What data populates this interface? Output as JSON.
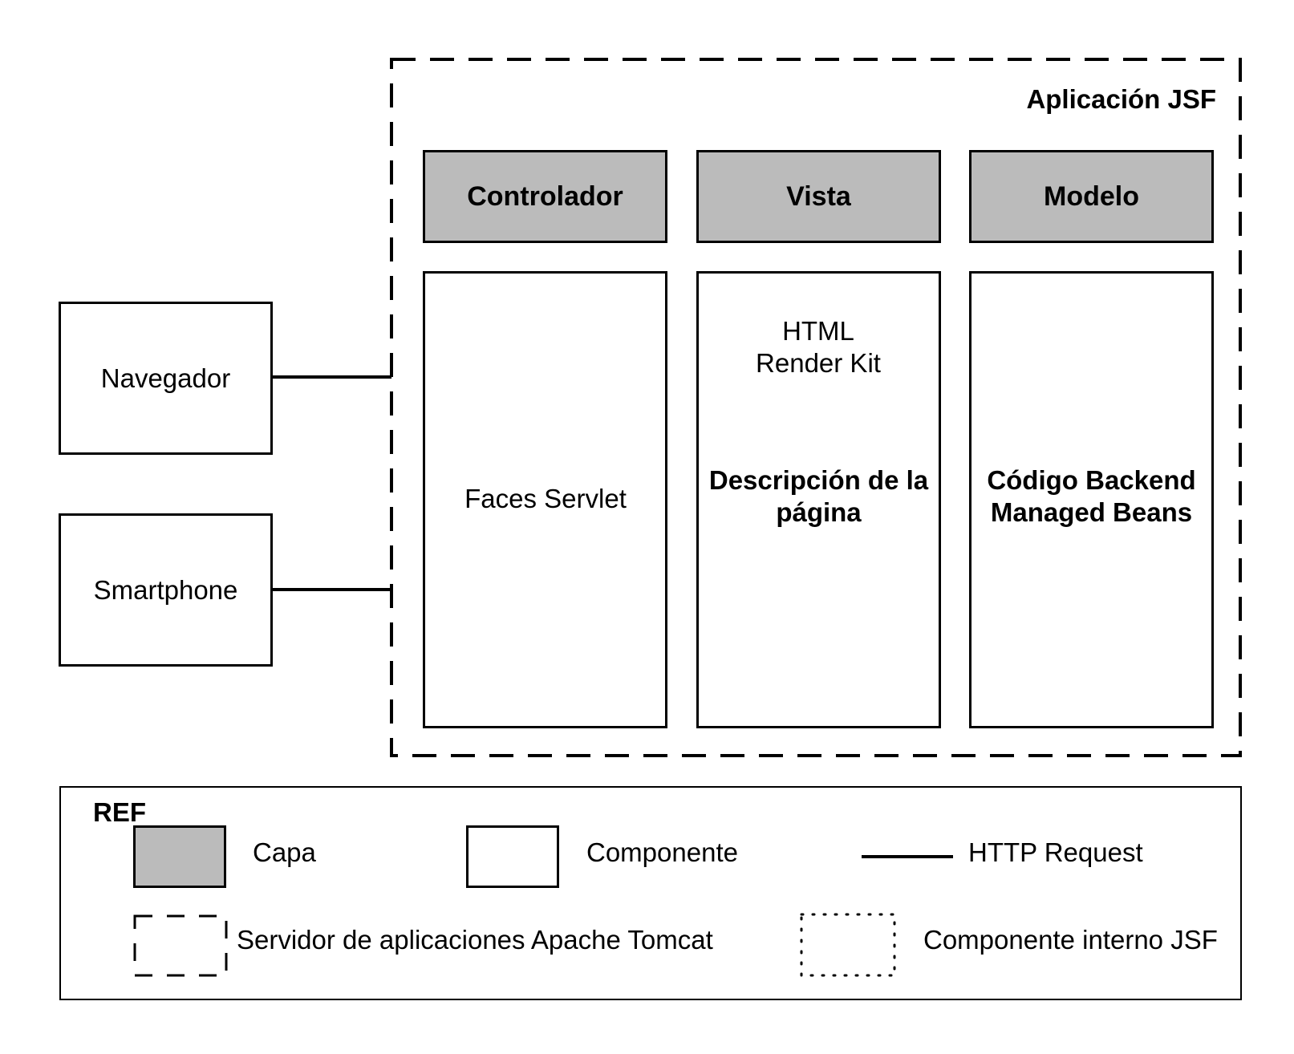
{
  "app_box": {
    "title": "Aplicación JSF"
  },
  "layers": {
    "controller": "Controlador",
    "view": "Vista",
    "model": "Modelo"
  },
  "clients": {
    "browser": "Navegador",
    "smartphone": "Smartphone"
  },
  "internal_components": {
    "faces_servlet": "Faces Servlet",
    "render_kit": "HTML\nRender Kit"
  },
  "components": {
    "page_description": "Descripción de la\npágina",
    "backend_code": "Código Backend\nManaged Beans"
  },
  "legend": {
    "title": "REF",
    "layer": "Capa",
    "component": "Componente",
    "http_request": "HTTP Request",
    "server": "Servidor de aplicaciones Apache Tomcat",
    "internal_component": "Componente interno JSF"
  },
  "colors": {
    "layer_fill": "#bbbbbb",
    "stroke": "#000000",
    "background": "#ffffff"
  }
}
